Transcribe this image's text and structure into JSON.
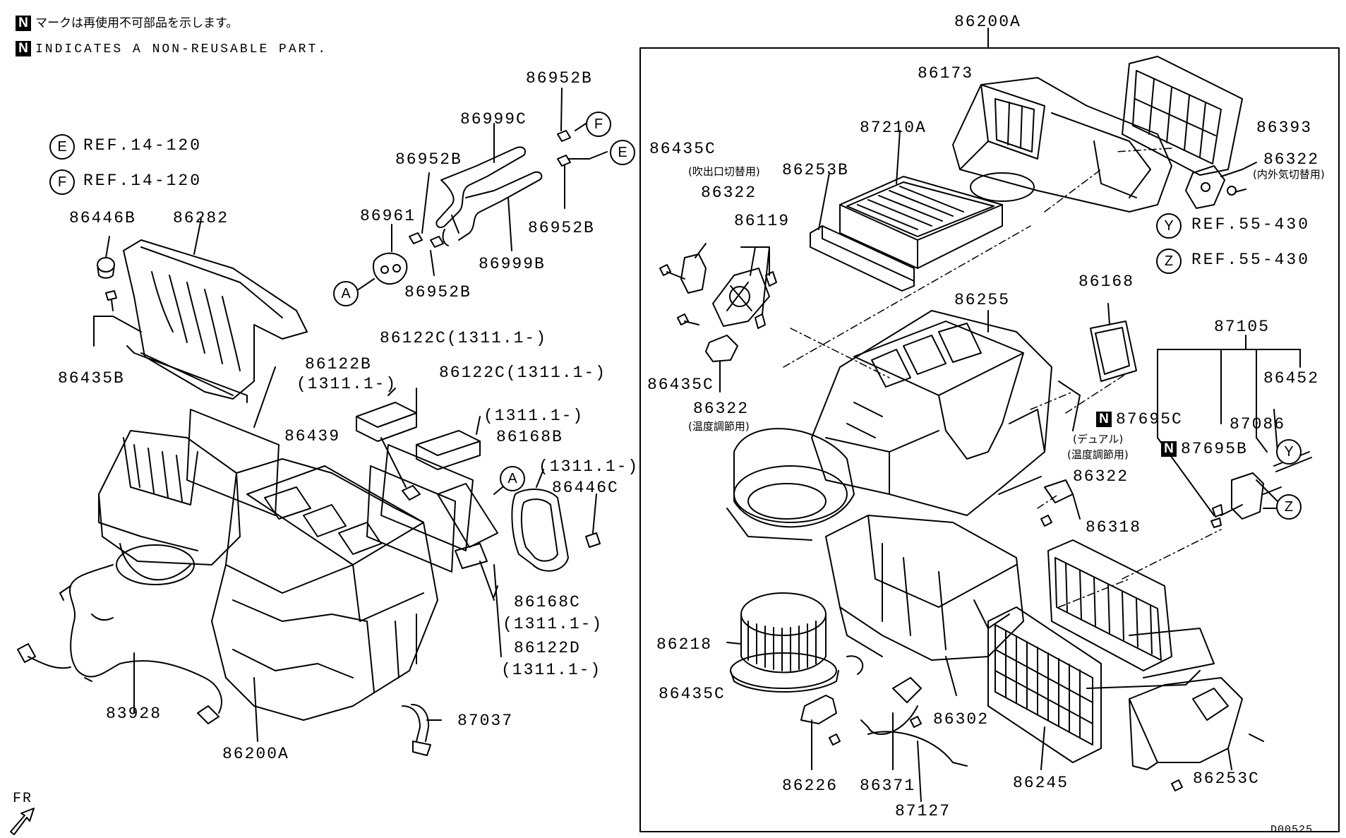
{
  "legend": {
    "line1_mark": "N",
    "line1_text": "マークは再使用不可部品を示します。",
    "line2_mark": "N",
    "line2_text": "INDICATES A NON-REUSABLE PART."
  },
  "references": [
    {
      "circle": "E",
      "text": "REF.14-120"
    },
    {
      "circle": "F",
      "text": "REF.14-120"
    },
    {
      "circle": "Y",
      "text": "REF.55-430"
    },
    {
      "circle": "Z",
      "text": "REF.55-430"
    }
  ],
  "labels": {
    "p86200A_top": "86200A",
    "p86173": "86173",
    "p86393": "86393",
    "p87210A": "87210A",
    "p86322_tr": "86322",
    "p86322_tr_note": "(内外気切替用)",
    "p86435C_a": "86435C",
    "p86435C_a_note": "(吹出口切替用)",
    "p86322_ml": "86322",
    "p86253B": "86253B",
    "p86119": "86119",
    "p86168": "86168",
    "p86255": "86255",
    "p87105": "87105",
    "p86435C_b": "86435C",
    "p86322_mb": "86322",
    "p86322_mb_note": "(温度調節用)",
    "p86452": "86452",
    "p87695C": "87695C",
    "p87695C_mark": "N",
    "p87086": "87086",
    "p87695B": "87695B",
    "p87695B_mark": "N",
    "p86322_dual_note1": "(デュアル)",
    "p86322_dual_note2": "(温度調節用)",
    "p86322_c": "86322",
    "p86318": "86318",
    "p86218": "86218",
    "p86435C_c": "86435C",
    "p86302": "86302",
    "p86245": "86245",
    "p86253C": "86253C",
    "p86226": "86226",
    "p86371": "86371",
    "p87127": "87127",
    "p86952B_1": "86952B",
    "p86999C": "86999C",
    "p86952B_2": "86952B",
    "p86961": "86961",
    "p86952B_3": "86952B",
    "p86999B": "86999B",
    "p86952B_4": "86952B",
    "p86446B": "86446B",
    "p86282": "86282",
    "p86435B": "86435B",
    "p86122C_a": "86122C(1311.1-)",
    "p86122B": "86122B",
    "p86122B_note": "(1311.1-)",
    "p86122C_b": "86122C(1311.1-)",
    "p86122C_b_note": "(1311.1-)",
    "p86439": "86439",
    "p86168B": "86168B",
    "p86168B_note": "(1311.1-)",
    "p86446C": "86446C",
    "p86168C": "86168C",
    "p86168C_note": "(1311.1-)",
    "p86122D": "86122D",
    "p86122D_note": "(1311.1-)",
    "p83928": "83928",
    "p86200A_bottom": "86200A",
    "p87037": "87037",
    "fr": "FR",
    "drawing_no": "D00525"
  },
  "connectors": {
    "A": "A",
    "F": "F",
    "E": "E",
    "A2": "A",
    "Y": "Y",
    "Z": "Z"
  }
}
